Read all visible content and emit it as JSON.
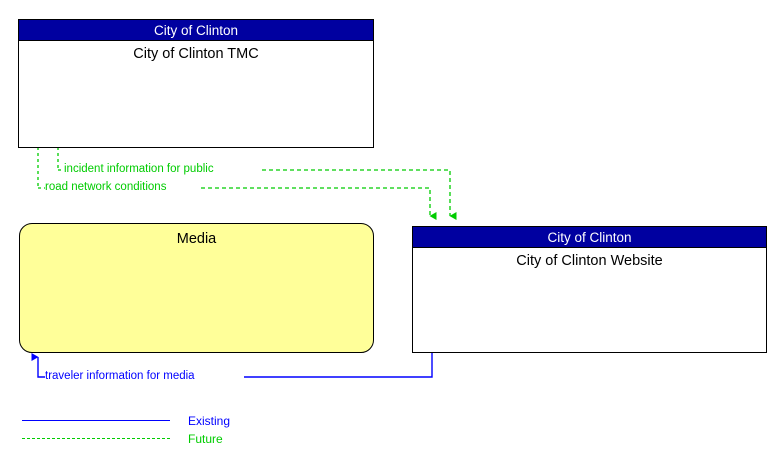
{
  "diagram": {
    "type": "context-diagram",
    "colors": {
      "header_blue": "#0000a0",
      "existing_blue": "#0000ff",
      "future_green": "#00cc00",
      "terminator_yellow": "#ffff99",
      "border_black": "#000000"
    },
    "elements": [
      {
        "id": "tmc",
        "kind": "element-box",
        "stakeholder": "City of Clinton",
        "name": "City of Clinton TMC"
      },
      {
        "id": "website",
        "kind": "element-box",
        "stakeholder": "City of Clinton",
        "name": "City of Clinton Website"
      },
      {
        "id": "media",
        "kind": "terminator-box",
        "name": "Media"
      }
    ],
    "flows": [
      {
        "id": "flow-incident-information-for-public",
        "label": "incident information for public",
        "status": "future",
        "from": "tmc",
        "to": "website"
      },
      {
        "id": "flow-road-network-conditions",
        "label": "road network conditions",
        "status": "future",
        "from": "tmc",
        "to": "website"
      },
      {
        "id": "flow-traveler-information-for-media",
        "label": "traveler information for media",
        "status": "existing",
        "from": "website",
        "to": "media"
      }
    ],
    "legend": {
      "items": [
        {
          "id": "existing",
          "label": "Existing",
          "style": "solid",
          "color": "#0000ff"
        },
        {
          "id": "future",
          "label": "Future",
          "style": "dashed",
          "color": "#00cc00"
        }
      ]
    }
  }
}
